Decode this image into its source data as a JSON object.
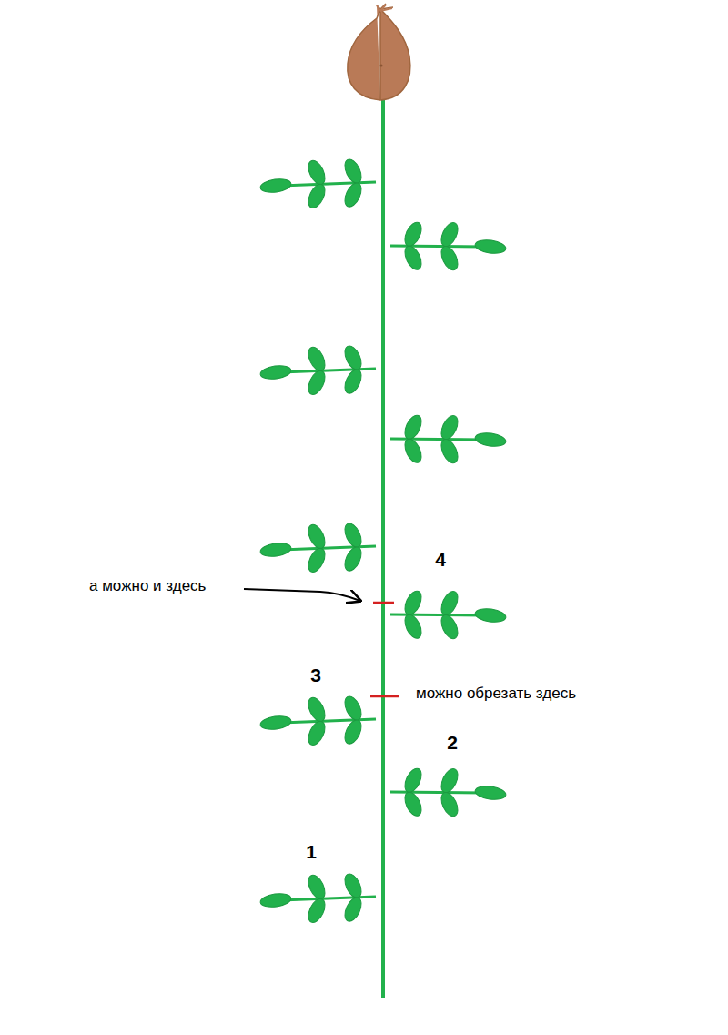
{
  "diagram": {
    "labels": [
      "4",
      "а можно и здесь",
      "3",
      "можно обрезать здесь",
      "2",
      "1"
    ]
  }
}
